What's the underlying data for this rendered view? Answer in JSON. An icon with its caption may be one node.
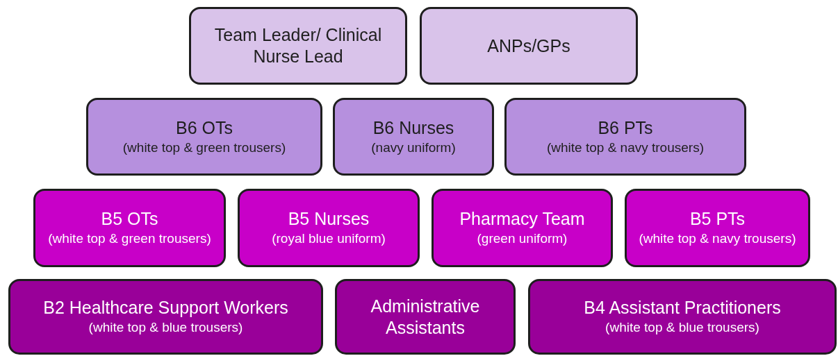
{
  "diagram": {
    "nodes": [
      {
        "text": [
          "Team Leader/ Clinical Nurse Lead"
        ]
      },
      {
        "text": [
          "ANPs/GPs"
        ]
      },
      {
        "text": [
          "B6 OTs",
          "(white top & green trousers)"
        ]
      },
      {
        "text": [
          "B6 Nurses",
          "(navy uniform)"
        ]
      },
      {
        "text": [
          "B6 PTs",
          "(white top & navy trousers)"
        ]
      },
      {
        "text": [
          "B5 OTs",
          "(white top & green trousers)"
        ]
      },
      {
        "text": [
          "B5 Nurses",
          "(royal blue uniform)"
        ]
      },
      {
        "text": [
          "Pharmacy Team",
          "(green uniform)"
        ]
      },
      {
        "text": [
          "B5 PTs",
          "(white top & navy trousers)"
        ]
      },
      {
        "text": [
          "B2 Healthcare Support Workers",
          "(white top & blue trousers)"
        ]
      },
      {
        "text": [
          "Administrative Assistants"
        ]
      },
      {
        "text": [
          "B4 Assistant Practitioners",
          "(white top & blue trousers)"
        ]
      }
    ]
  }
}
